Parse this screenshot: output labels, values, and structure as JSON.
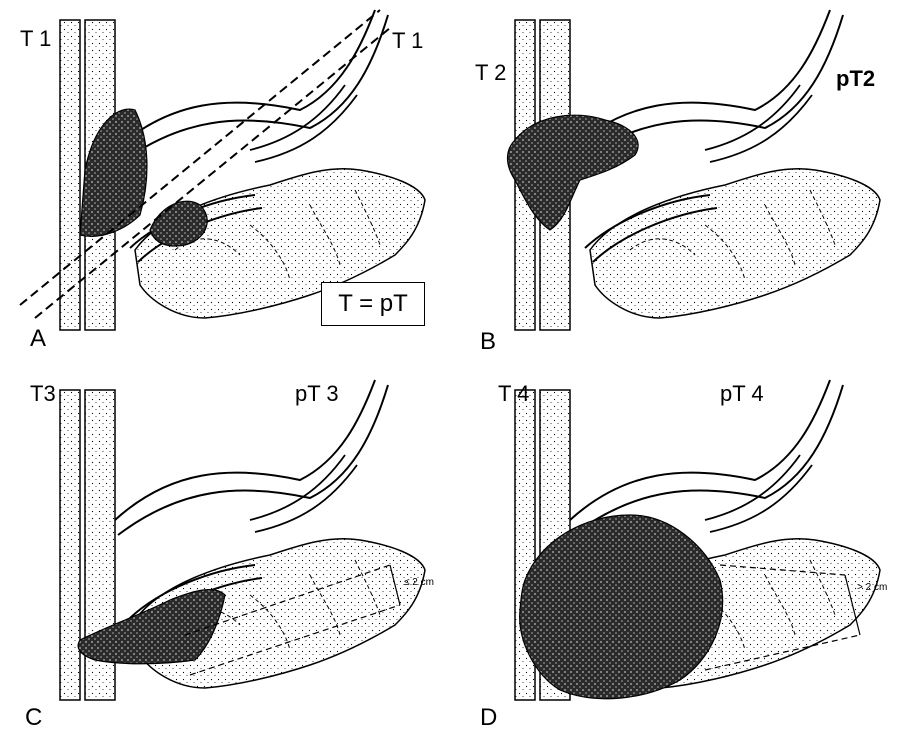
{
  "panels": [
    {
      "letter": "A",
      "left_label": "T 1",
      "right_label": "T 1"
    },
    {
      "letter": "B",
      "left_label": "T 2",
      "right_label": "pT2"
    },
    {
      "letter": "C",
      "left_label": "T3",
      "right_label": "pT 3",
      "measure": "≤ 2 cm"
    },
    {
      "letter": "D",
      "left_label": "T 4",
      "right_label": "pT 4",
      "measure": "> 2 cm"
    }
  ],
  "equation_box": "T = pT",
  "colors": {
    "ink": "#000000",
    "tumor": "#1a1a1a",
    "paper": "#ffffff"
  }
}
